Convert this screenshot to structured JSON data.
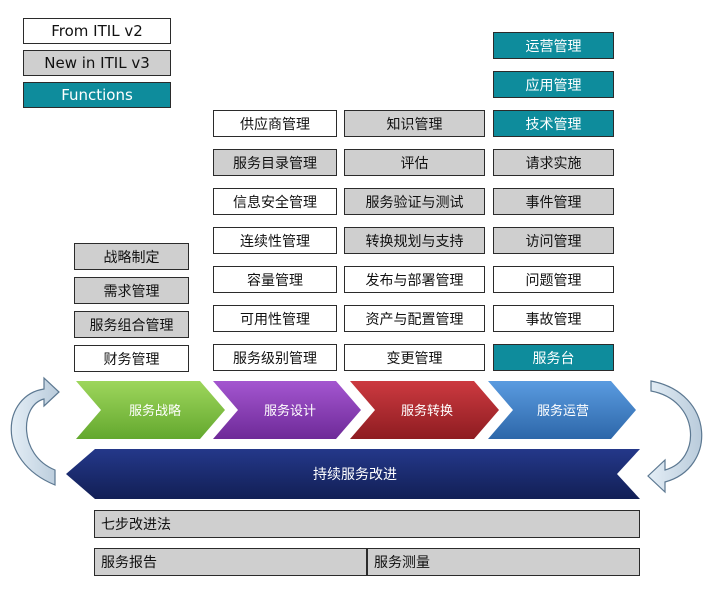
{
  "legend": {
    "v2": "From ITIL v2",
    "v3": "New in ITIL v3",
    "functions": "Functions"
  },
  "colors": {
    "v2": "#ffffff",
    "v3": "#cfcfcf",
    "functions": "#0e8c9c",
    "strategy": "#7ac142",
    "design": "#8a3bb8",
    "transition": "#b0262c",
    "operation": "#3d7fc7",
    "csi": "#1a2a6c"
  },
  "strategy": {
    "items": [
      "战略制定",
      "需求管理",
      "服务组合管理",
      "财务管理"
    ]
  },
  "design": {
    "items": [
      "供应商管理",
      "服务目录管理",
      "信息安全管理",
      "连续性管理",
      "容量管理",
      "可用性管理",
      "服务级别管理"
    ]
  },
  "transition": {
    "items": [
      "知识管理",
      "评估",
      "服务验证与测试",
      "转换规划与支持",
      "发布与部署管理",
      "资产与配置管理",
      "变更管理"
    ]
  },
  "operation": {
    "items": [
      "运营管理",
      "应用管理",
      "技术管理",
      "请求实施",
      "事件管理",
      "访问管理",
      "问题管理",
      "事故管理",
      "服务台"
    ]
  },
  "phases": [
    "服务战略",
    "服务设计",
    "服务转换",
    "服务运营"
  ],
  "csi": {
    "label": "持续服务改进",
    "seven_step": "七步改进法",
    "reporting": "服务报告",
    "measurement": "服务测量"
  }
}
